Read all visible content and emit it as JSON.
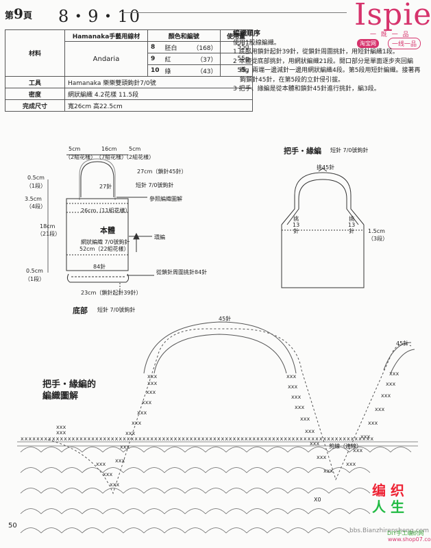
{
  "header": {
    "page_prefix": "第",
    "page_num": "9",
    "page_suffix": "頁",
    "project_nums": "8・9・10",
    "brand": "Ispie",
    "brand_sub": "一 既 一 品",
    "tag_shop": "淘宝网",
    "tag_name": "一线一品"
  },
  "spec_table": {
    "material_label": "材料",
    "yarn_header": "Hamanaka手藝用線材",
    "color_header": "顏色和編號",
    "usage_header": "使用量",
    "yarn_name": "Andaria",
    "rows": [
      {
        "project": "8",
        "color": "胚白",
        "code": "（168）",
        "amount": "55g"
      },
      {
        "project": "9",
        "color": "紅",
        "code": "（37）",
        "amount": "55g"
      },
      {
        "project": "10",
        "color": "綠",
        "code": "（43）",
        "amount": "55g"
      }
    ],
    "tools_label": "工具",
    "tools_value": "Hamanaka 樂樂雙頭鉤針7/0號",
    "density_label": "密度",
    "density_value": "網狀編織 4.2花樣 11.5段",
    "size_label": "完成尺寸",
    "size_value": "寬26cm 高22.5cm"
  },
  "steps": {
    "title": "編織順序",
    "intro": "使用1股線編織。",
    "items": [
      "1 底部用鎖針起針39針，從鎖針周圍挑針，用短針編織1段。",
      "2 本體從底部挑針，用網狀編織21段。開口部分是單面逐步夾回編織，兩端一邊減針一邊用網狀編織4段。第5段用短針編織。接著再鉤鎖針45針，在第5段的立針侵引拔。",
      "3 把手、緣編是從本體和鎖針45針進行挑針，編3段。"
    ]
  },
  "body_diagram": {
    "top_left_w": "5cm",
    "top_left_sub": "（2組花樣）",
    "top_mid_w": "16cm",
    "top_mid_sub": "（7組花樣）",
    "top_right_w": "5cm",
    "top_right_sub": "（2組花樣）",
    "chain_45": "27cm（鎖針45針）",
    "sts_27": "27針",
    "short_st": "短針 7/0號鉤針",
    "ref_chart": "參照編織圖解",
    "side_05_a": "0.5cm",
    "side_1row_a": "（1段）",
    "side_35": "3.5cm",
    "side_4row": "（4段）",
    "body_w": "26cm（11組花樣）",
    "side_18": "18cm",
    "side_21row": "（21段）",
    "body_title": "本體",
    "mesh_label": "網狀編織 7/0號鉤針",
    "body_w2": "52cm（22組花樣）",
    "loop_label": "環編",
    "sts_84": "84針",
    "pickup_84": "從鎖針周圍挑針84針",
    "side_05_b": "0.5cm",
    "side_1row_b": "（1段）",
    "base_w": "23cm（鎖針起針39針）",
    "base_title": "底部",
    "base_needle": "短針 7/0號鉤針"
  },
  "handle_diagram": {
    "title": "把手・緣編",
    "needle": "短針 7/0號鉤針",
    "pick_45": "挑45針",
    "pick_13_a": "挑\n13\n針",
    "pick_13_b": "挑\n13\n針",
    "side_15": "1.5cm",
    "side_3row": "（3段）"
  },
  "chart": {
    "title_line1": "把手・緣編的",
    "title_line2": "編織圖解",
    "sts_45": "45針",
    "sts_45b": "45針",
    "cut_yarn": "剪線（連線）",
    "x0": "X0"
  },
  "footer": {
    "page_number": "50",
    "wm_a": "编 织",
    "wm_b": "人 生",
    "wm_c": "bbs.Bianzhirensheng.com",
    "wm_d": "DIY手工编织网",
    "wm_e": "www.shop07.com"
  }
}
